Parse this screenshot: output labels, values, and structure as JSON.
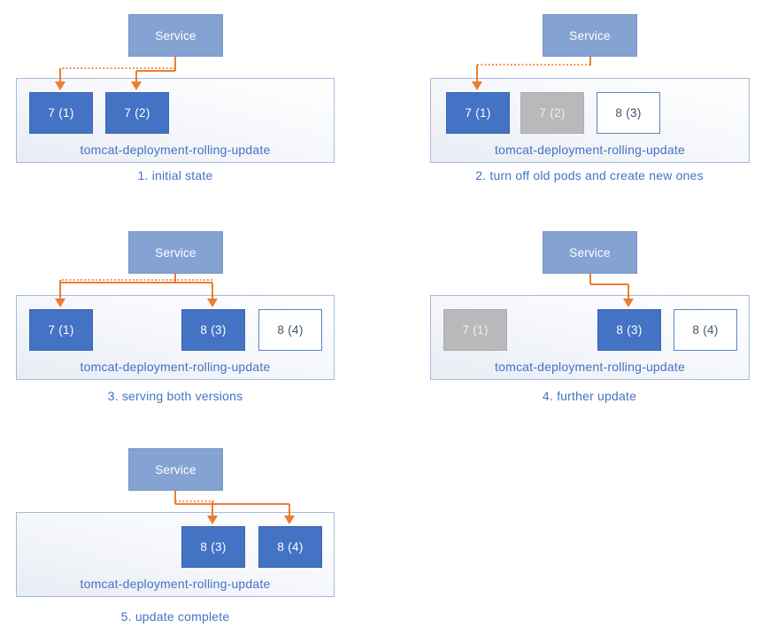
{
  "colors": {
    "accent_orange": "#ED7D31",
    "pod_active_fill": "#4472C4",
    "pod_off_fill": "#B9B9BB",
    "pod_new_border": "#5D83C6",
    "service_fill": "#84A3D3",
    "container_border": "#A6BAD8",
    "label_text_blue": "#4472C4",
    "pod_new_text": "#44546A"
  },
  "panels": [
    {
      "caption": "1. initial state",
      "service_label": "Service",
      "deployment_label": "tomcat-deployment-rolling-update",
      "pods": [
        {
          "label": "7 (1)",
          "state": "active"
        },
        {
          "label": "7 (2)",
          "state": "active"
        }
      ]
    },
    {
      "caption": "2. turn off old pods and create new ones",
      "service_label": "Service",
      "deployment_label": "tomcat-deployment-rolling-update",
      "pods": [
        {
          "label": "7 (1)",
          "state": "active"
        },
        {
          "label": "7 (2)",
          "state": "off"
        },
        {
          "label": "8 (3)",
          "state": "new"
        }
      ]
    },
    {
      "caption": "3. serving both versions",
      "service_label": "Service",
      "deployment_label": "tomcat-deployment-rolling-update",
      "pods": [
        {
          "label": "7 (1)",
          "state": "active"
        },
        {
          "label": "8 (3)",
          "state": "active"
        },
        {
          "label": "8 (4)",
          "state": "new"
        }
      ]
    },
    {
      "caption": "4. further update",
      "service_label": "Service",
      "deployment_label": "tomcat-deployment-rolling-update",
      "pods": [
        {
          "label": "7 (1)",
          "state": "off"
        },
        {
          "label": "8 (3)",
          "state": "active"
        },
        {
          "label": "8 (4)",
          "state": "new"
        }
      ]
    },
    {
      "caption": "5. update complete",
      "service_label": "Service",
      "deployment_label": "tomcat-deployment-rolling-update",
      "pods": [
        {
          "label": "8 (3)",
          "state": "active"
        },
        {
          "label": "8 (4)",
          "state": "active"
        }
      ]
    }
  ]
}
